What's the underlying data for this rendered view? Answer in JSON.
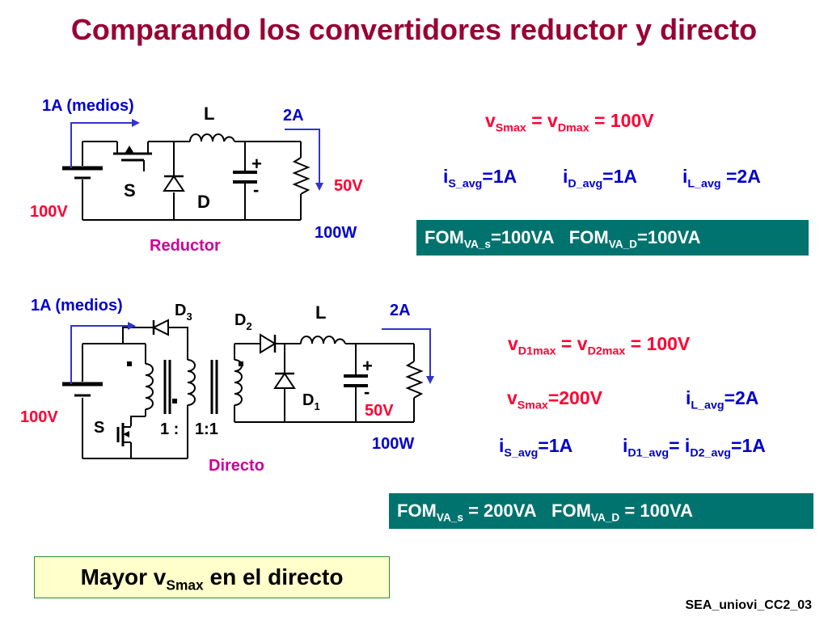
{
  "title": "Comparando los convertidores reductor y directo",
  "reductor": {
    "name": "Reductor",
    "input_current": "1A (medios)",
    "input_voltage": "100V",
    "output_current": "2A",
    "output_voltage": "50V",
    "output_power": "100W",
    "inductor": "L",
    "switch": "S",
    "diode": "D",
    "cap_plus": "+",
    "cap_minus": "-"
  },
  "directo": {
    "name": "Directo",
    "input_current": "1A (medios)",
    "input_voltage": "100V",
    "output_current": "2A",
    "output_voltage": "50V",
    "output_power": "100W",
    "inductor": "L",
    "switch": "S",
    "diode1": "D",
    "diode1_sub": "1",
    "diode2": "D",
    "diode2_sub": "2",
    "diode3": "D",
    "diode3_sub": "3",
    "ratio1": "1 :",
    "ratio2": "1:1",
    "cap_plus": "+",
    "cap_minus": "-"
  },
  "reductor_eq": {
    "vmax": {
      "a": "v",
      "a_sub": "Smax",
      "eq1": " = ",
      "b": "v",
      "b_sub": "Dmax",
      "rest": " = 100V"
    },
    "is": {
      "a": "i",
      "a_sub": "S_avg",
      "rest": "=1A"
    },
    "id": {
      "a": "i",
      "a_sub": "D_avg",
      "rest": "=1A"
    },
    "il": {
      "a": "i",
      "a_sub": "L_avg",
      "rest": " =2A"
    },
    "fom": {
      "a": "FOM",
      "a_sub": "VA_s",
      "a_rest": "=100VA",
      "b": "FOM",
      "b_sub": "VA_D",
      "b_rest": "=100VA"
    }
  },
  "directo_eq": {
    "vdmax": {
      "a": "v",
      "a_sub": "D1max",
      "eq1": " = ",
      "b": "v",
      "b_sub": "D2max",
      "rest": " = 100V"
    },
    "vsmax": {
      "a": "v",
      "a_sub": "Smax",
      "rest": "=200V"
    },
    "il": {
      "a": "i",
      "a_sub": "L_avg",
      "rest": "=2A"
    },
    "is": {
      "a": "i",
      "a_sub": "S_avg",
      "rest": "=1A"
    },
    "id": {
      "a": "i",
      "a_sub": "D1_avg",
      "eq1": "= ",
      "b": "i",
      "b_sub": "D2_avg",
      "rest": "=1A"
    },
    "fom": {
      "a": "FOM",
      "a_sub": "VA_s",
      "a_rest": " = 200VA",
      "b": "FOM",
      "b_sub": "VA_D",
      "b_rest": " = 100VA"
    }
  },
  "conclusion": {
    "a": "Mayor v",
    "a_sub": "Smax",
    "rest": " en el directo"
  },
  "footer": "SEA_uniovi_CC2_03",
  "colors": {
    "title": "#990033",
    "values": "#ff0033",
    "labels": "#0000cc",
    "fom_bg": "#00736e",
    "conclusion_bg": "#ffffcc"
  }
}
